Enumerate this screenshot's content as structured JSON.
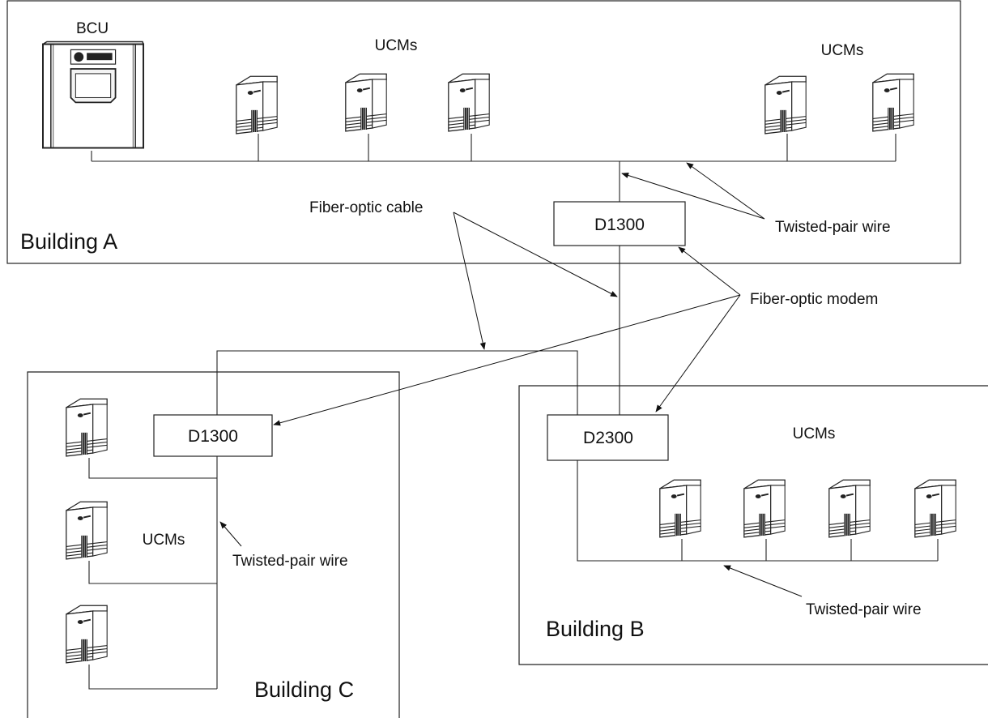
{
  "labels": {
    "bcu": "BCU",
    "ucms": "UCMs",
    "fiber_optic_cable": "Fiber-optic cable",
    "fiber_optic_modem": "Fiber-optic modem",
    "twisted_pair_wire": "Twisted-pair wire"
  },
  "buildings": {
    "a": "Building A",
    "b": "Building B",
    "c": "Building C"
  },
  "devices": {
    "modem_a": "D1300",
    "modem_c": "D1300",
    "modem_b": "D2300"
  },
  "icons": {
    "bcu": "bcu-controller-icon",
    "ucm": "ucm-module-icon"
  },
  "colors": {
    "line": "#222222",
    "background": "#ffffff"
  }
}
